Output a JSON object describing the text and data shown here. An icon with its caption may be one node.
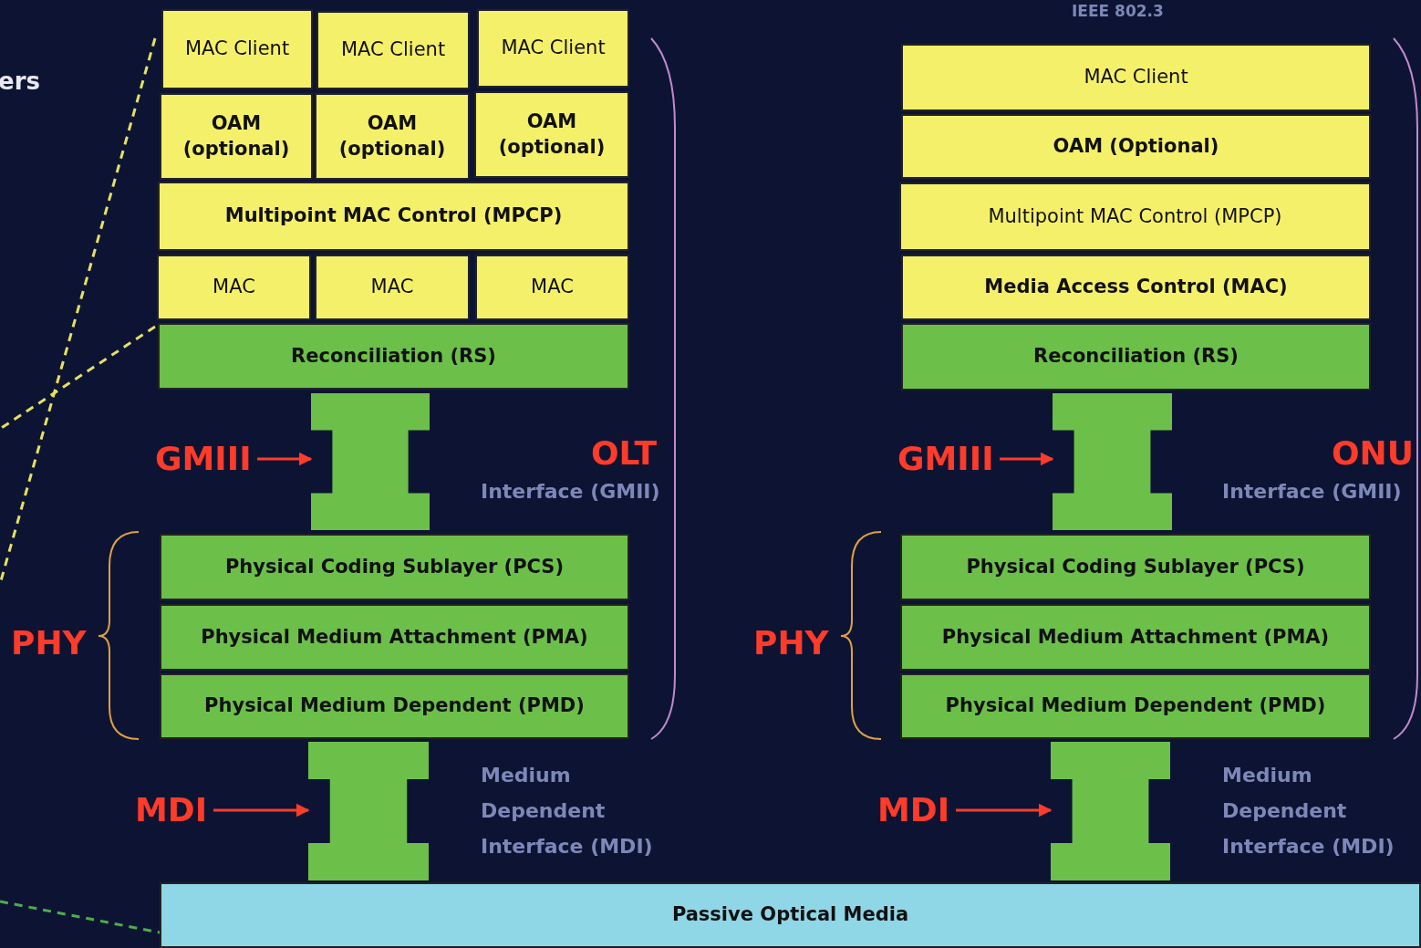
{
  "diagram": {
    "nodes": [
      {
        "text": [
          "MAC Client"
        ]
      },
      {
        "text": [
          "MAC Client"
        ]
      },
      {
        "text": [
          "MAC Client"
        ]
      },
      {
        "text": [
          "OAM (optional)"
        ]
      },
      {
        "text": [
          "OAM (optional)"
        ]
      },
      {
        "text": [
          "OAM (optional)"
        ]
      },
      {
        "text": [
          "Multipoint MAC Control (MPCP)"
        ]
      },
      {
        "text": [
          "MAC"
        ]
      },
      {
        "text": [
          "MAC"
        ]
      },
      {
        "text": [
          "MAC"
        ]
      },
      {
        "text": [
          "Reconciliation (RS)"
        ]
      },
      {
        "text": [],
        "shape": "bar"
      },
      {
        "text": [
          "Physical Coding Sublayer (PCS)"
        ]
      },
      {
        "text": [
          "Physical Medium Attachment (PMA)"
        ]
      },
      {
        "text": [
          "Physical Medium Dependent (PMD)"
        ]
      },
      {
        "text": [],
        "shape": "bar"
      },
      {
        "text": [
          "MAC Client"
        ]
      },
      {
        "text": [
          "OAM (Optional)"
        ]
      },
      {
        "text": [
          "Multipoint MAC Control (MPCP)"
        ]
      },
      {
        "text": [
          "Media Access Control (MAC)"
        ]
      },
      {
        "text": [
          "Reconciliation (RS)"
        ]
      },
      {
        "text": [],
        "shape": "bar"
      },
      {
        "text": [
          "Physical Coding Sublayer (PCS)"
        ]
      },
      {
        "text": [
          "Physical Medium Attachment (PMA)"
        ]
      },
      {
        "text": [
          "Physical Medium Dependent (PMD)"
        ]
      },
      {
        "text": [],
        "shape": "bar"
      },
      {
        "text": [
          "Passive Optical Media"
        ]
      },
      {
        "text": [
          "GMIII"
        ]
      },
      {
        "text": [
          "MDI"
        ]
      },
      {
        "text": [
          "GMIII"
        ]
      },
      {
        "text": [
          "MDI"
        ]
      }
    ],
    "edges": [
      {
        "from": 27,
        "to": 11,
        "arrow": "to"
      },
      {
        "from": 28,
        "to": 15,
        "arrow": "to"
      },
      {
        "from": 29,
        "to": 21,
        "arrow": "to"
      },
      {
        "from": 30,
        "to": 25,
        "arrow": "to"
      }
    ],
    "labels": [
      "IEEE 802.3",
      "ers",
      "OLT",
      "Interface (GMII)",
      "ONU",
      "Interface (GMII)",
      "PHY",
      "PHY",
      "Medium Dependent Interface (MDI)",
      "Medium Dependent Interface (MDI)"
    ]
  }
}
